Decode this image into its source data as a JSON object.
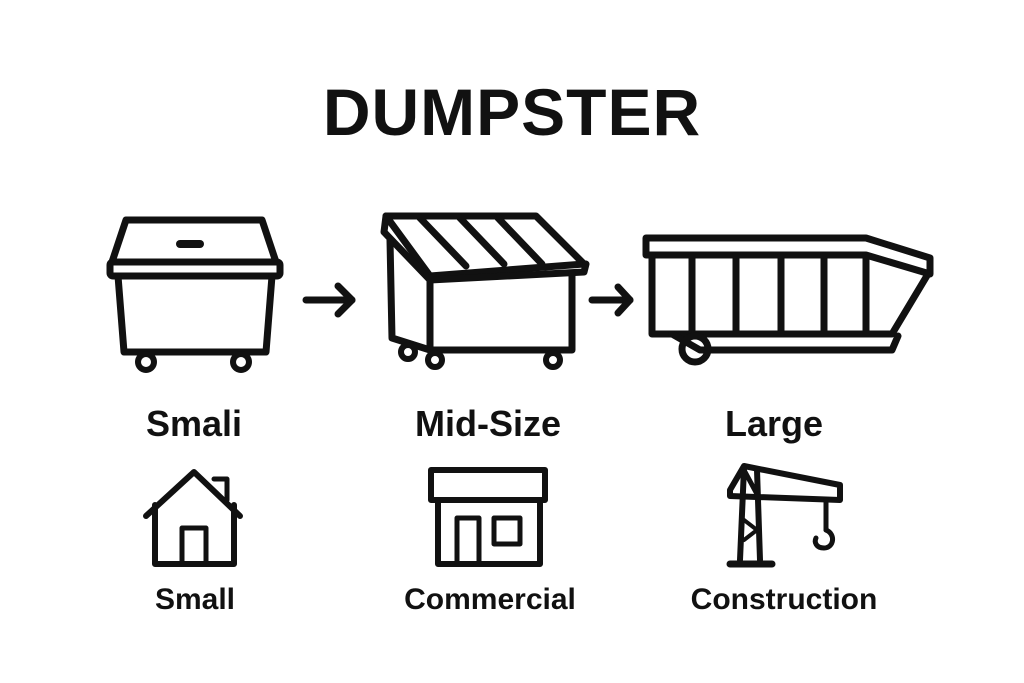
{
  "title": "DUMPSTER",
  "sizes": [
    {
      "label": "Smali",
      "icon": "small-dumpster-icon"
    },
    {
      "label": "Mid-Size",
      "icon": "mid-size-dumpster-icon"
    },
    {
      "label": "Large",
      "icon": "roll-off-dumpster-icon"
    }
  ],
  "arrows": [
    {
      "icon": "arrow-right-icon"
    },
    {
      "icon": "arrow-right-icon"
    }
  ],
  "uses": [
    {
      "label": "Small",
      "icon": "house-icon"
    },
    {
      "label": "Commercial",
      "icon": "storefront-icon"
    },
    {
      "label": "Construction",
      "icon": "crane-icon"
    }
  ],
  "colors": {
    "ink": "#111111",
    "background": "#ffffff"
  }
}
